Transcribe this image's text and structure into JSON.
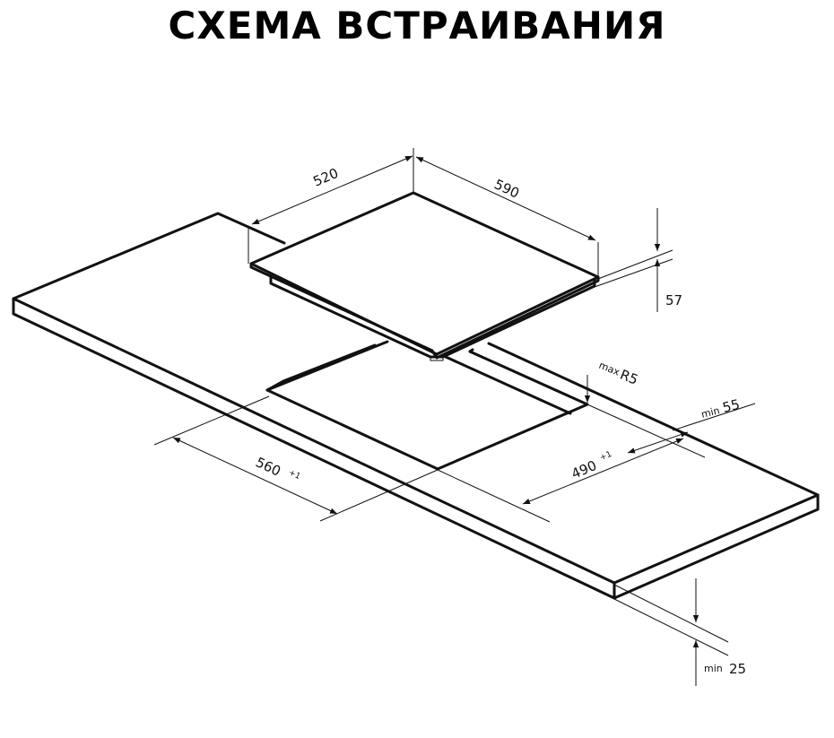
{
  "title": "СХЕМА ВСТРАИВАНИЯ",
  "colors": {
    "line": "#111111",
    "background": "#ffffff"
  },
  "dimensions": {
    "hob_depth": "520",
    "hob_width": "590",
    "hob_height": "57",
    "cutout_width": "560",
    "cutout_width_tol": "+1",
    "cutout_depth": "490",
    "cutout_depth_tol": "+1",
    "corner_radius_prefix": "max",
    "corner_radius": "R5",
    "edge_distance_prefix": "min",
    "edge_distance": "55",
    "countertop_prefix": "min",
    "countertop_thickness": "25"
  }
}
